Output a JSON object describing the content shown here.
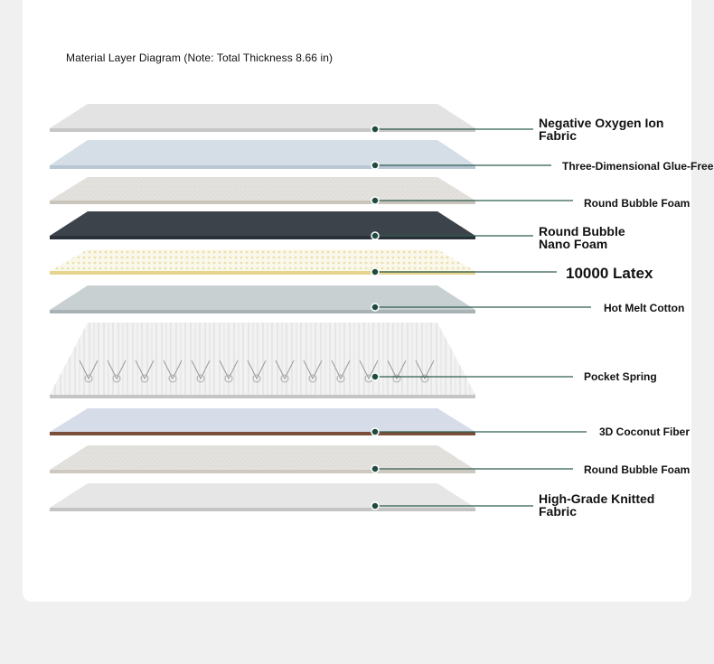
{
  "diagram": {
    "title": "Material Layer Diagram (Note: Total Thickness 8.66 in)",
    "layers": [
      {
        "name": "negative-oxygen-ion-fabric",
        "lines": [
          "Negative Oxygen Ion",
          "Fabric"
        ],
        "color": "#e3e3e3"
      },
      {
        "name": "three-dimensional-glue-free-cotton",
        "lines": [
          "Three-Dimensional Glue-Free Cotton"
        ],
        "color": "#d5dde6"
      },
      {
        "name": "round-bubble-foam-top",
        "lines": [
          "Round Bubble Foam"
        ],
        "color": "#e2e0dc"
      },
      {
        "name": "round-bubble-nano-foam",
        "lines": [
          "Round Bubble",
          "Nano Foam"
        ],
        "color": "#3c434b"
      },
      {
        "name": "latex",
        "lines": [
          "10000 Latex"
        ],
        "color": "#f2ebc8"
      },
      {
        "name": "hot-melt-cotton",
        "lines": [
          "Hot Melt Cotton"
        ],
        "color": "#c9d0d2"
      },
      {
        "name": "pocket-spring",
        "lines": [
          "Pocket Spring"
        ],
        "color": "#ededed"
      },
      {
        "name": "3d-coconut-fiber",
        "lines": [
          "3D Coconut Fiber"
        ],
        "color": "#d6dce8"
      },
      {
        "name": "round-bubble-foam-bottom",
        "lines": [
          "Round Bubble Foam"
        ],
        "color": "#e2e0dc"
      },
      {
        "name": "high-grade-knitted-fabric",
        "lines": [
          "High-Grade Knitted",
          "Fabric"
        ],
        "color": "#e6e6e6"
      }
    ],
    "colors": {
      "leader": "#2f5d50",
      "dot": "#1f4a3d"
    }
  }
}
